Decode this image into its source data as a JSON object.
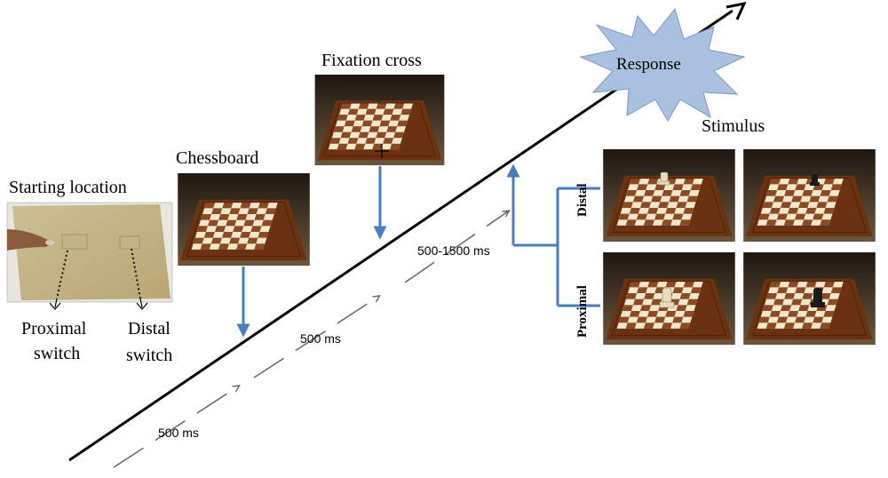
{
  "labels": {
    "starting_location": "Starting location",
    "proximal_switch_line1": "Proximal",
    "proximal_switch_line2": "switch",
    "distal_switch_line1": "Distal",
    "distal_switch_line2": "switch",
    "chessboard": "Chessboard",
    "fixation_cross": "Fixation cross",
    "stimulus": "Stimulus",
    "response": "Response",
    "distal_condition": "Distal",
    "proximal_condition": "Proximal"
  },
  "durations": {
    "first": "500 ms",
    "second": "500 ms",
    "third": "500-1500 ms"
  },
  "colors": {
    "arrow_blue": "#4a7cc0",
    "burst_fill": "#a9c0de",
    "burst_stroke": "#7d98c0",
    "board_light": "#f3e7cb",
    "board_dark": "#8a4a24",
    "frame": "#6b3212"
  }
}
